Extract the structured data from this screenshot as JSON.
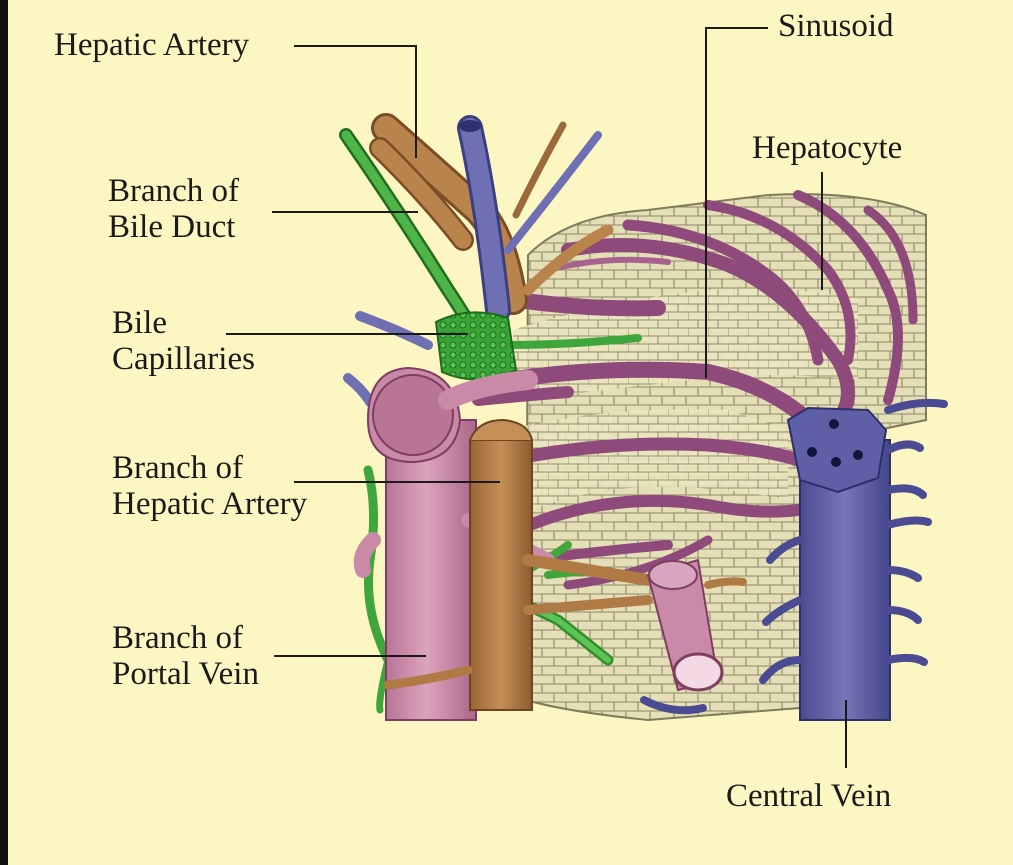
{
  "labels": {
    "hepatic_artery": "Hepatic Artery",
    "branch_bile_duct_1": "Branch of",
    "branch_bile_duct_2": "Bile Duct",
    "bile_capillaries_1": "Bile",
    "bile_capillaries_2": "Capillaries",
    "branch_hepatic_artery_1": "Branch of",
    "branch_hepatic_artery_2": "Hepatic Artery",
    "branch_portal_vein_1": "Branch of",
    "branch_portal_vein_2": "Portal Vein",
    "sinusoid": "Sinusoid",
    "hepatocyte": "Hepatocyte",
    "central_vein": "Central Vein"
  },
  "colors": {
    "background": "#fcf6c2",
    "hepatocyte_tissue": "#e2ddb4",
    "cell_outline": "#8e8868",
    "portal_vein": "#c98aa8",
    "hepatic_artery": "#b07a45",
    "bile_duct": "#3ea63a",
    "central_vein": "#5e5fa6",
    "sinusoid": "#8e4a7a",
    "leader_line": "#1a1a1a"
  }
}
